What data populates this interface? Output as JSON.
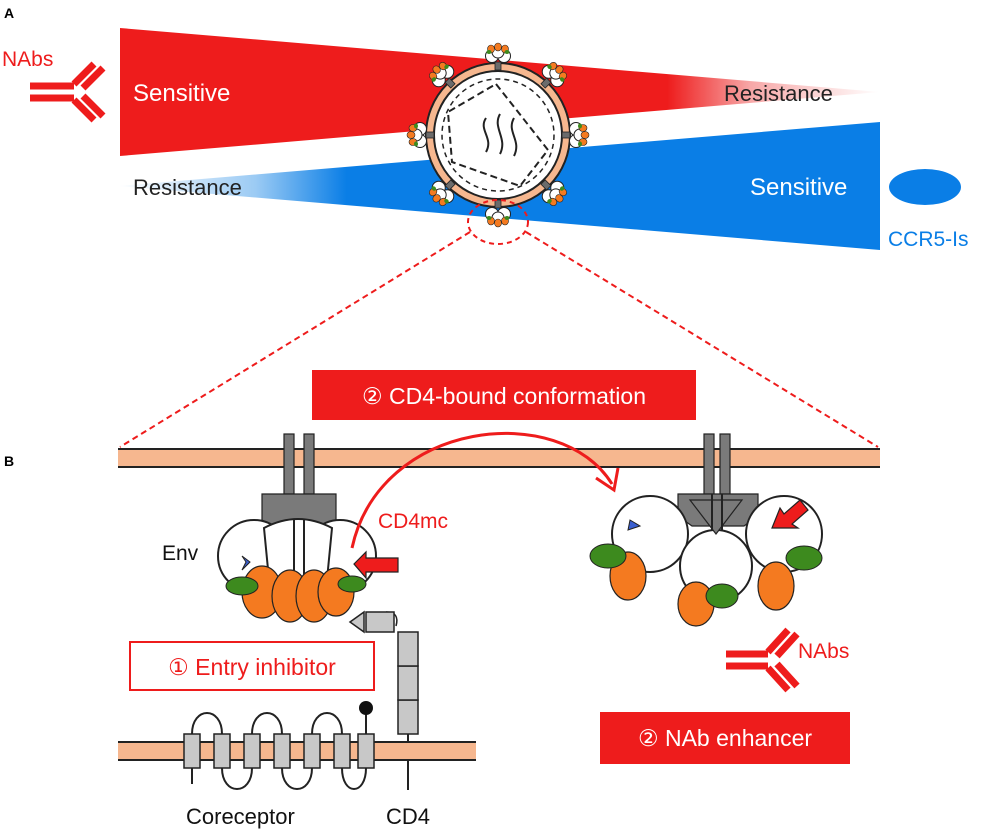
{
  "panel_a": {
    "letter": "A",
    "nabs_label": "NAbs",
    "sensitive_red": "Sensitive",
    "resistance_red": "Resistance",
    "resistance_blue": "Resistance",
    "sensitive_blue": "Sensitive",
    "ccr5_label": "CCR5-Is"
  },
  "panel_b": {
    "letter": "B",
    "cd4_bound_box": "② CD4-bound conformation",
    "cd4mc_label": "CD4mc",
    "env_label": "Env",
    "entry_inhibitor_box": "① Entry inhibitor",
    "nabs_label": "NAbs",
    "nab_enhancer_box": "② NAb enhancer",
    "coreceptor_label": "Coreceptor",
    "cd4_label": "CD4"
  },
  "colors": {
    "red": "#ee1c1c",
    "blue": "#0a7ee6",
    "membrane": "#f6b78f",
    "green": "#3d8a1e",
    "orange": "#f47a20",
    "gray": "#8c8c8c",
    "light_gray": "#c8c8c8"
  }
}
